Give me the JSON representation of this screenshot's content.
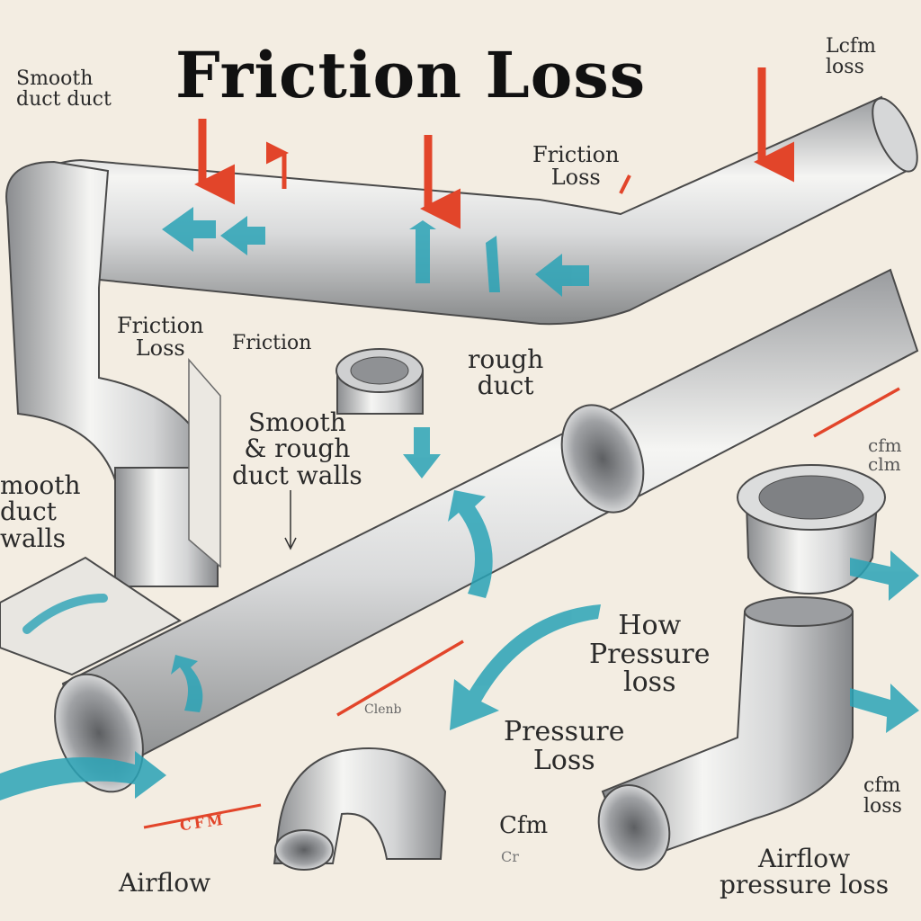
{
  "title": "Friction Loss",
  "labels": {
    "smooth_duct_top": [
      "Smooth",
      "duct duct"
    ],
    "cfm_loss_top": [
      "Lcfm",
      "loss"
    ],
    "friction_loss_top": [
      "Friction",
      "Loss"
    ],
    "friction_loss_left": [
      "Friction",
      "Loss"
    ],
    "friction": "Friction",
    "rough_duct": [
      "rough",
      "duct"
    ],
    "smooth_rough_walls": [
      "Smooth",
      "& rough",
      "duct walls"
    ],
    "smooth_duct_walls": [
      "mooth",
      "duct",
      "walls"
    ],
    "right_scribble": [
      "cfm",
      "clm"
    ],
    "cfm_red": "CFM",
    "clenb": "Clenb",
    "how_pressure_loss": [
      "How",
      "Pressure",
      "loss"
    ],
    "pressure_loss": [
      "Pressure",
      "Loss"
    ],
    "cfm_bottom": "Cfm",
    "cr": "Cr",
    "cfm_loss_bottom": [
      "cfm",
      "loss"
    ],
    "airflow": "Airflow",
    "airflow_pressure_loss": [
      "Airflow",
      "pressure loss"
    ]
  },
  "colors": {
    "background": "#f3ede2",
    "metal_light": "#f4f4f2",
    "metal_dark": "#8d8f92",
    "outline": "#4a4a4a",
    "airflow_teal": "#2aa3b6",
    "pressure_red": "#e2452a"
  }
}
